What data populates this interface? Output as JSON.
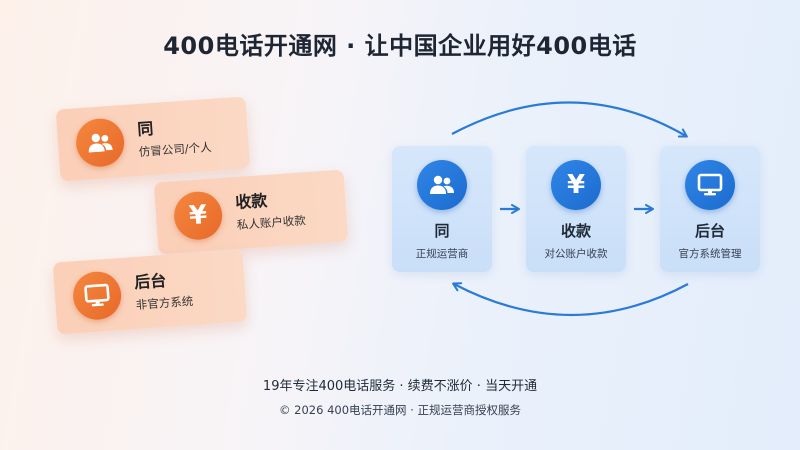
{
  "title": "400电话开通网 · 让中国企业用好400电话",
  "left_cards": [
    {
      "title": "同",
      "subtitle": "仿冒公司/个人",
      "icon": "users-icon"
    },
    {
      "title": "收款",
      "subtitle": "私人账户收款",
      "icon": "yen-icon",
      "glyph": "¥"
    },
    {
      "title": "后台",
      "subtitle": "非官方系统",
      "icon": "monitor-icon"
    }
  ],
  "right_boxes": [
    {
      "title": "同",
      "subtitle": "正规运营商",
      "icon": "users-icon"
    },
    {
      "title": "收款",
      "subtitle": "对公账户收款",
      "icon": "yen-icon",
      "glyph": "¥"
    },
    {
      "title": "后台",
      "subtitle": "官方系统管理",
      "icon": "monitor-icon"
    }
  ],
  "footer": {
    "line1": "19年专注400电话服务 · 续费不涨价 · 当天开通",
    "line2": "© 2026 400电话开通网 · 正规运营商授权服务"
  },
  "colors": {
    "orange_accent": "#e8692a",
    "blue_accent": "#1d6bd0",
    "arrow_blue": "#2a7ad8"
  }
}
